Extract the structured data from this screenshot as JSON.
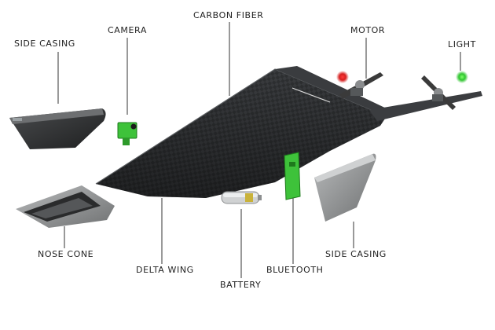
{
  "labels": {
    "side_casing_left": "SIDE CASING",
    "camera": "CAMERA",
    "carbon_fiber": "CARBON FIBER",
    "motor": "MOTOR",
    "light": "LIGHT",
    "nose_cone": "NOSE CONE",
    "delta_wing": "DELTA WING",
    "battery": "BATTERY",
    "bluetooth": "BLUETOOTH",
    "side_casing_right": "SIDE CASING"
  },
  "colors": {
    "background": "#ffffff",
    "carbon": "#2b2d2f",
    "leader": "#333333",
    "pcb_green": "#3ec23a",
    "led_red": "#d61e1e",
    "led_green": "#2fc52f",
    "casing_grey": "#8e9091"
  }
}
